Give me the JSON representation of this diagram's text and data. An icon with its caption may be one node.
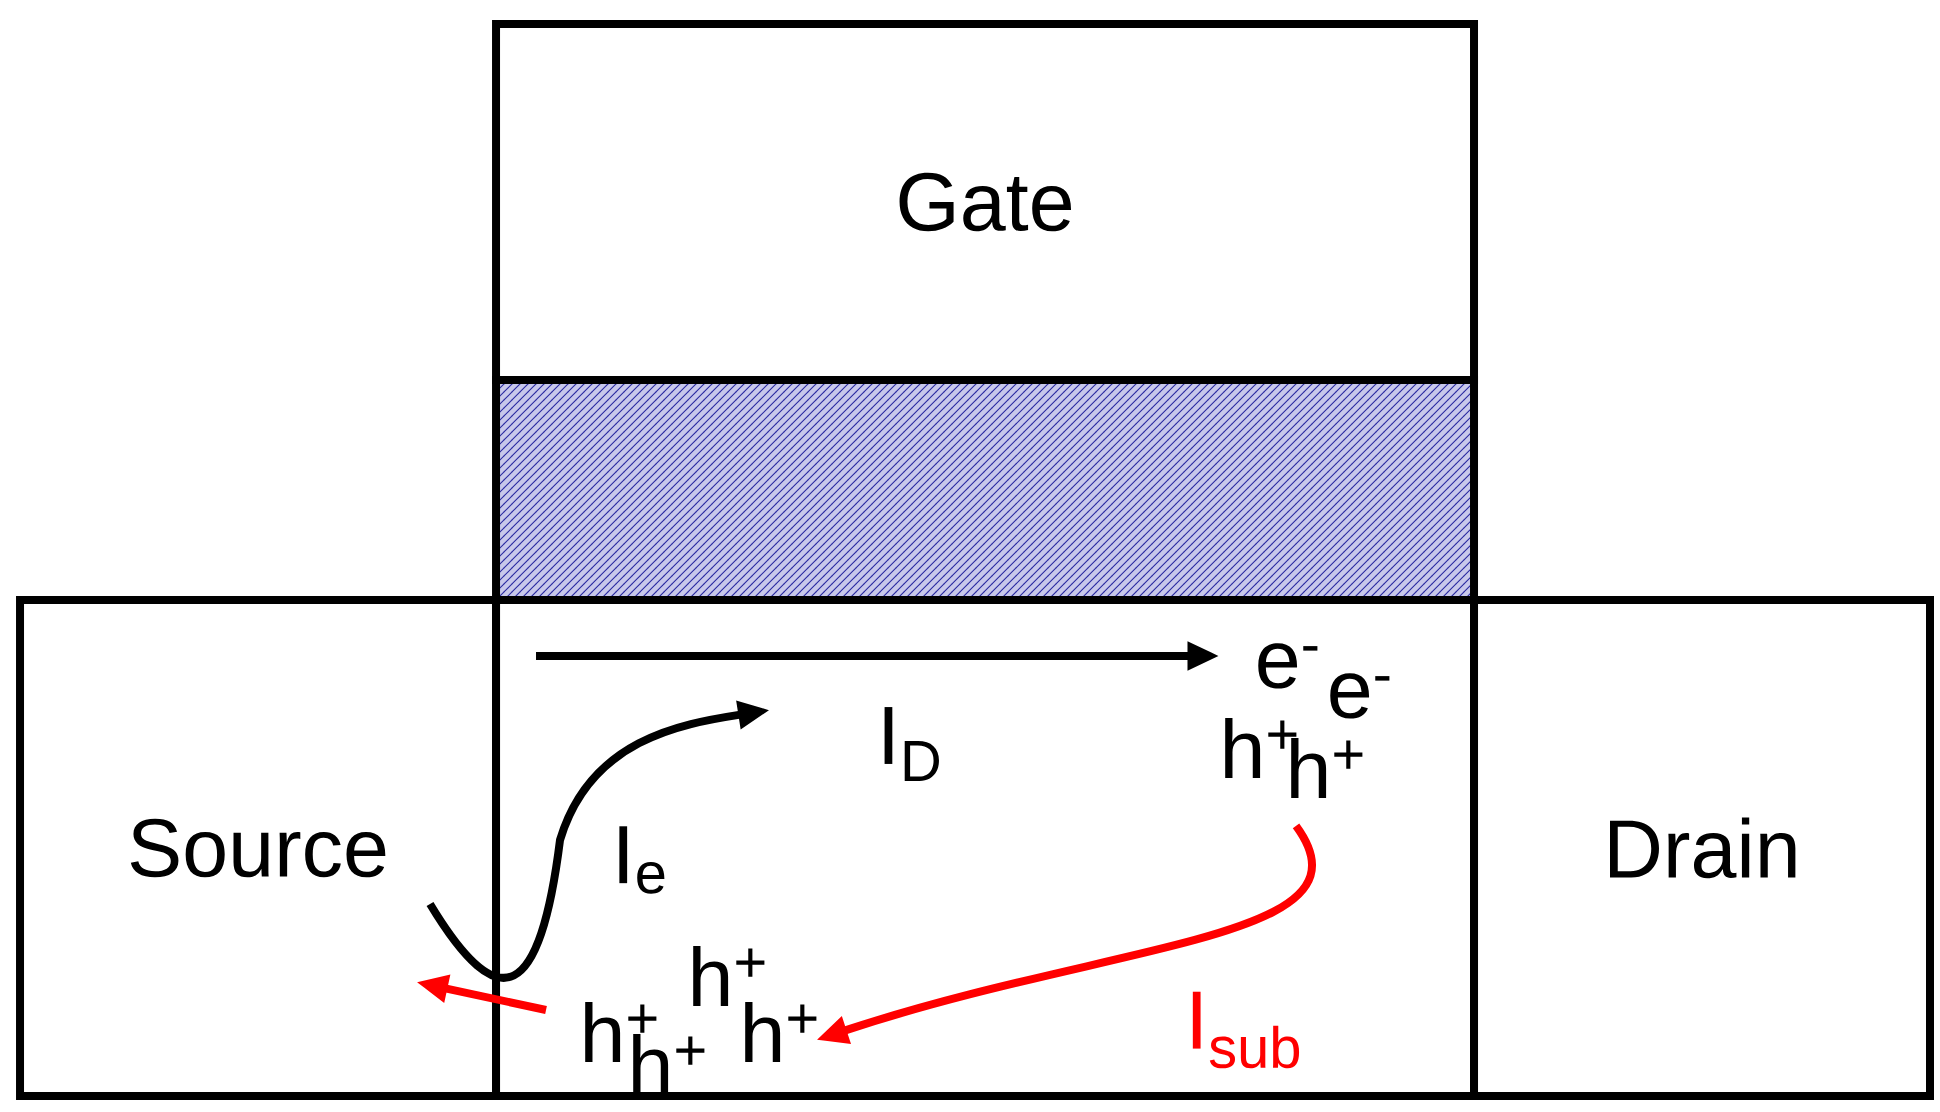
{
  "diagram": {
    "nodes": [
      {
        "text": [
          "Gate"
        ]
      },
      {
        "text": [],
        "shape": "box"
      },
      {
        "text": [
          "Source"
        ]
      },
      {
        "text": [],
        "shape": "box"
      },
      {
        "text": [
          "Drain"
        ]
      },
      {
        "text": [
          "e$^{-}$",
          "e$^{-}$",
          "h$^{+}$",
          "h$^{+}$"
        ],
        "in": 3
      },
      {
        "text": [
          "h$^{+}$",
          "h$^{+}$",
          "h$^{+}$",
          "h$^{+}$"
        ],
        "in": 3
      }
    ],
    "edges": [
      {
        "from": null,
        "to": 5,
        "arrow": "to",
        "label": "I$_{D}$"
      },
      {
        "from": 2,
        "to": null,
        "arrow": "to",
        "label": "I$_{e}$"
      },
      {
        "from": 5,
        "to": 6,
        "arrow": "to",
        "label": "I$_{sub}$",
        "color": "#ff0000"
      },
      {
        "from": 6,
        "to": 2,
        "arrow": "to",
        "color": "#ff0000"
      }
    ]
  }
}
